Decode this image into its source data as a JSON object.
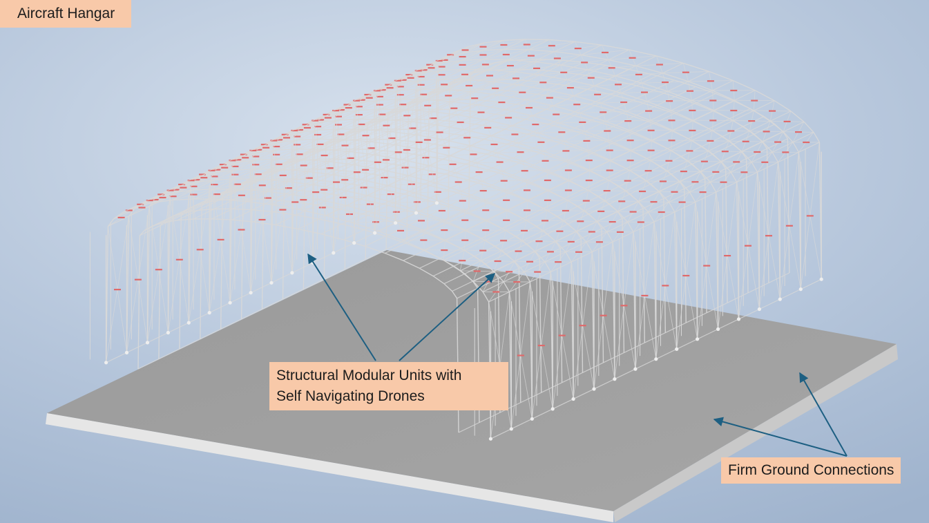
{
  "title": "Aircraft Hangar",
  "callouts": {
    "modular_units": {
      "lines": [
        "Structural Modular Units with",
        "Self Navigating Drones"
      ]
    },
    "ground_connections": {
      "text": "Firm Ground Connections"
    }
  },
  "colors": {
    "label_bg": "#f8c9a9",
    "leader_line": "#1d5f82",
    "truss": "#d8d8d8",
    "drone_accent": "#e0696a",
    "slab_top": "#9e9e9e"
  }
}
